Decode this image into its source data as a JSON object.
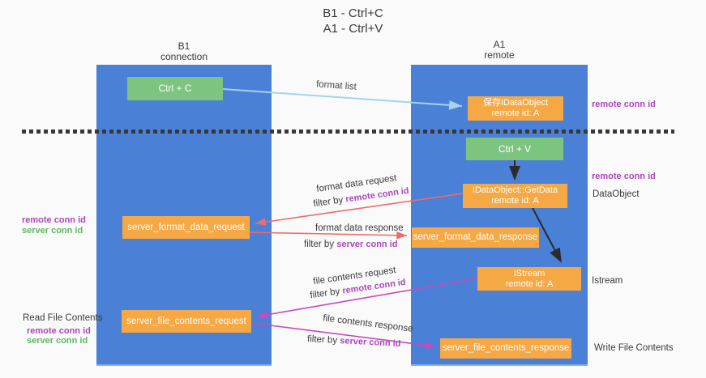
{
  "title": {
    "line1": "B1 - Ctrl+C",
    "line2": "A1 - Ctrl+V"
  },
  "lanes": [
    {
      "header_line1": "B1",
      "header_line2": "connection"
    },
    {
      "header_line1": "A1",
      "header_line2": "remote"
    }
  ],
  "nodes": {
    "ctrl_c": "Ctrl + C",
    "save_idataobject": {
      "line1": "保存IDataObject",
      "line2": "remote id: A"
    },
    "ctrl_v": "Ctrl + V",
    "getdata": {
      "line1": "IDataObject::GetData",
      "line2": "remote id: A"
    },
    "server_format_data_request": "server_format_data_request",
    "server_format_data_response": "server_format_data_response",
    "istream": {
      "line1": "IStream",
      "line2": "remote id: A"
    },
    "server_file_contents_request": "server_file_contents_request",
    "server_file_contents_response": "server_file_contents_response"
  },
  "side_labels": {
    "right_remote_conn_id_1": "remote conn id",
    "right_remote_conn_id_2": "remote conn id",
    "dataobject": "DataObject",
    "istream": "Istream",
    "write_file_contents": "Write File Contents",
    "left_remote_conn_id_1": "remote conn id",
    "left_server_conn_id_1": "server conn id",
    "read_file_contents": "Read File Contents",
    "left_remote_conn_id_2": "remote conn id",
    "left_server_conn_id_2": "server conn id"
  },
  "arrow_labels": {
    "format_list": "format list",
    "format_data_request": "format data request",
    "format_data_response": "format data response",
    "file_contents_request": "file contents request",
    "file_contents_response": "file contents response",
    "filter_by": "filter by ",
    "remote_conn_id": "remote conn id",
    "server_conn_id": "server conn id"
  },
  "colors": {
    "lane_blue": "#4a80d6",
    "node_orange": "#f6a844",
    "node_green": "#7cc47f",
    "arrow_salmon": "#ee6b6b",
    "arrow_magenta": "#c64ac0",
    "arrow_lightblue": "#a5d2f1",
    "arrow_black": "#2b2b2b",
    "label_purple": "#ab47bc",
    "label_green": "#5cb860",
    "background": "#fafafa"
  }
}
